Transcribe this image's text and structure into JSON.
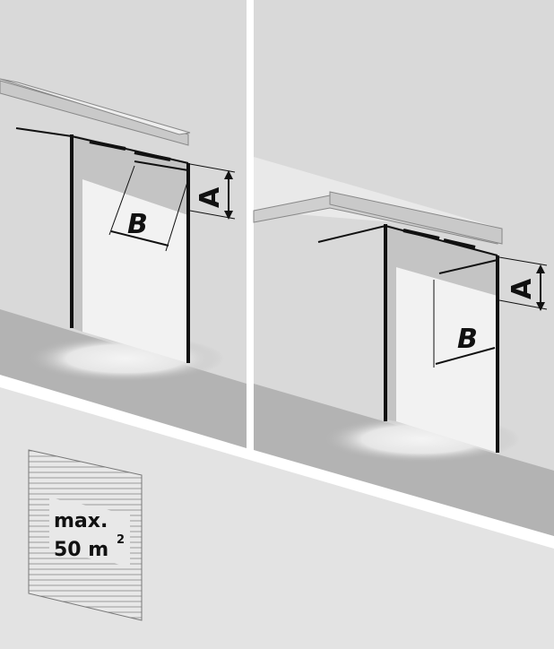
{
  "left_scene": {
    "label_a": "A",
    "label_b": "B"
  },
  "right_scene": {
    "label_a": "A",
    "label_b": "B"
  },
  "panel_sign": {
    "line1": "max.",
    "line2": "50 m",
    "superscript": "2"
  },
  "colors": {
    "wall": "#d9d9d9",
    "floor": "#b3b3b3",
    "ground": "#e3e3e3",
    "line": "#111111"
  }
}
